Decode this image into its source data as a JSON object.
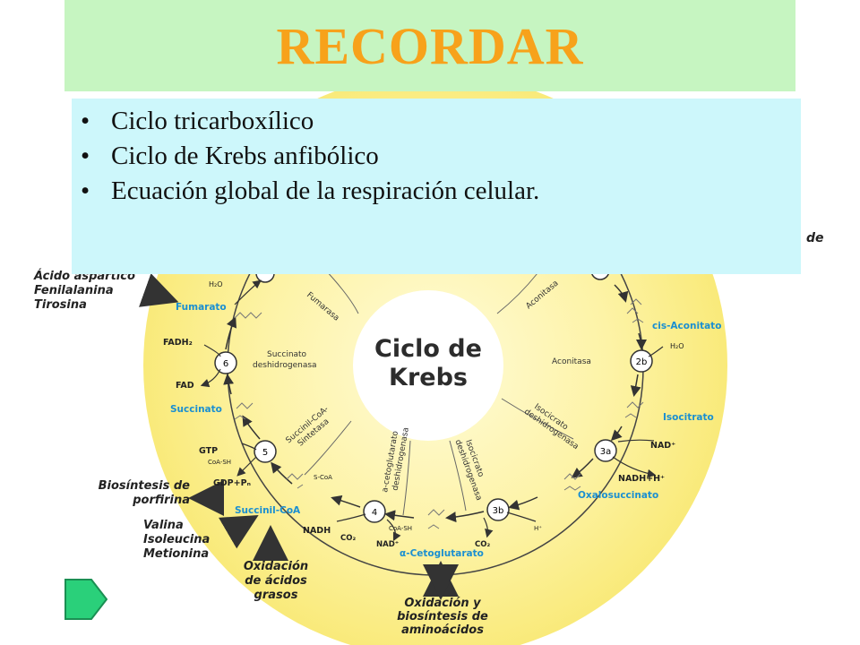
{
  "title": "RECORDAR",
  "bullets": [
    "Ciclo tricarboxílico",
    "Ciclo de Krebs anfibólico",
    "Ecuación global de la respiración celular."
  ],
  "diagram": {
    "center": [
      "Ciclo de",
      "Krebs"
    ],
    "peek_label": "de",
    "metabolites": {
      "fumarato": "Fumarato",
      "cis_aconitato": "cis-Aconitato",
      "succinato": "Succinato",
      "isocitrato": "Isocitrato",
      "oxalosuccinato": "Oxalosuccinato",
      "succinil_coa": "Succinil-CoA",
      "cetoglutarato": "α-Cetoglutarato"
    },
    "enzymes": {
      "fumarasa": "Fumarasa",
      "aconitasa_1": "Aconitasa",
      "aconitasa_2": "Aconitasa",
      "succinato_dh": [
        "Succinato",
        "deshidrogenasa"
      ],
      "isocitrato_dh_a": [
        "Isocicrato",
        "deshidrogenasa"
      ],
      "succinil_coa_sint": [
        "Succinil-CoA-",
        "Sintetasa"
      ],
      "cetoglutarato_dh": [
        "a-cetoglutarato",
        "deshidrogenasa"
      ],
      "isocitrato_dh_b": [
        "Isocicrato",
        "deshidrogenasa"
      ]
    },
    "steps": [
      "6",
      "2b",
      "3a",
      "5",
      "4",
      "3b"
    ],
    "cofactors": {
      "h2o_top": "H₂O",
      "h2o_right": "H₂O",
      "fadh2": "FADH₂",
      "fad": "FAD",
      "nad_right": "NAD⁺",
      "nadh_right": "NADH+H⁺",
      "gtp": "GTP",
      "coash_left": "CoA-SH",
      "gdp": "GDP+Pₙ",
      "nadh_bottom": "NADH",
      "co2_bottom": "CO₂",
      "nad_bottom": "NAD⁺",
      "coash_bottom": "CoA-SH",
      "co2_right": "CO₂",
      "h_plus": "H⁺",
      "scoa": "S-CoA"
    },
    "external": {
      "aspartico": [
        "Ácido aspartico",
        "Fenilalanina",
        "Tirosina"
      ],
      "porfirina": [
        "Biosíntesis de",
        "porfirina"
      ],
      "valina": [
        "Valina",
        "Isoleucina",
        "Metionina"
      ],
      "oxidacion_grasos": [
        "Oxidación",
        "de ácidos",
        "grasos"
      ],
      "aminoacidos": [
        "Oxidación y",
        "biosíntesis de",
        "aminoácidos"
      ]
    }
  },
  "colors": {
    "title_band": "#c6f5c1",
    "title_text": "#f7a21b",
    "bullet_box": "#cdf7fb",
    "cycle_fill": "#fbef8a",
    "metabolite_text": "#1a8fd1",
    "nav_arrow": "#2ad07a"
  }
}
